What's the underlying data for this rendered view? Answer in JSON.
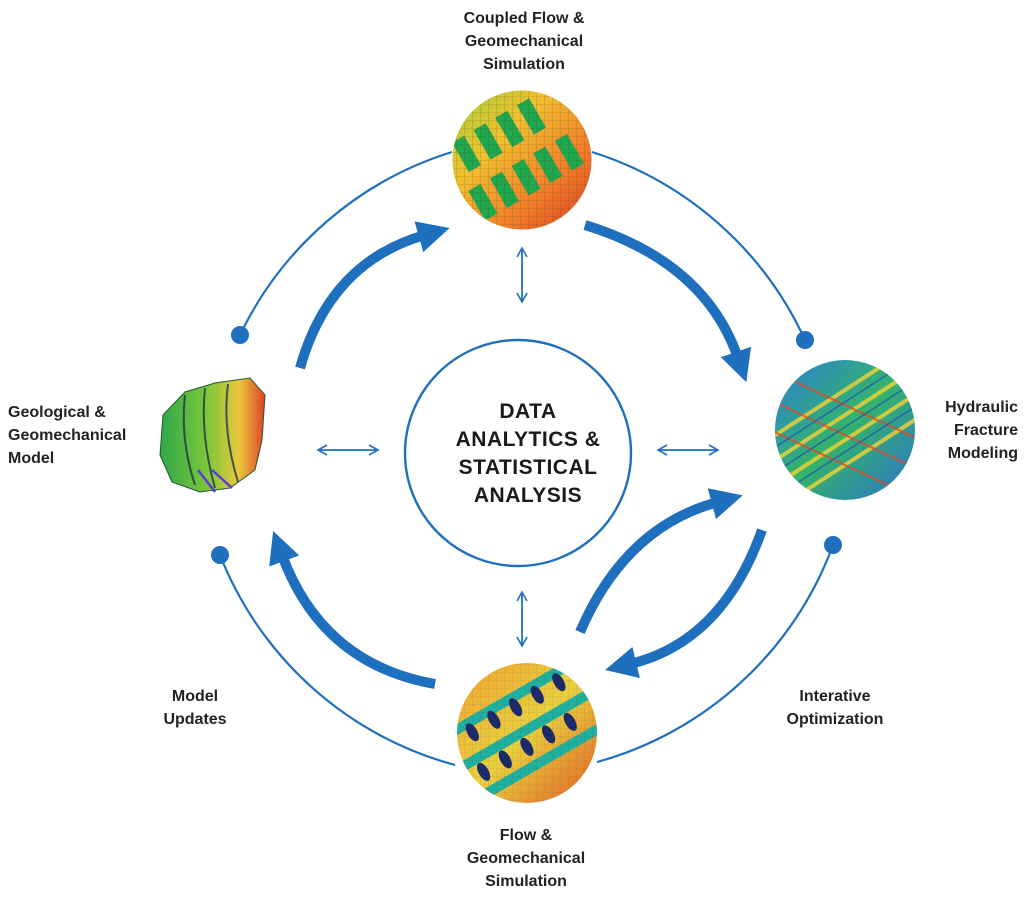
{
  "colors": {
    "accent": "#1f6fbf",
    "text": "#222222",
    "background": "#ffffff"
  },
  "center": {
    "lines": [
      "DATA",
      "ANALYTICS &",
      "STATISTICAL",
      "ANALYSIS"
    ]
  },
  "nodes": {
    "top": {
      "lines": [
        "Coupled Flow &",
        "Geomechanical",
        "Simulation"
      ]
    },
    "right": {
      "lines": [
        "Hydraulic",
        "Fracture",
        "Modeling"
      ]
    },
    "bottom": {
      "lines": [
        "Flow &",
        "Geomechanical",
        "Simulation"
      ]
    },
    "left": {
      "lines": [
        "Geological &",
        "Geomechanical",
        "Model"
      ]
    }
  },
  "loops": {
    "model_updates": {
      "lines": [
        "Model",
        "Updates"
      ]
    },
    "iterative_optimization": {
      "lines": [
        "Interative",
        "Optimization"
      ]
    }
  }
}
